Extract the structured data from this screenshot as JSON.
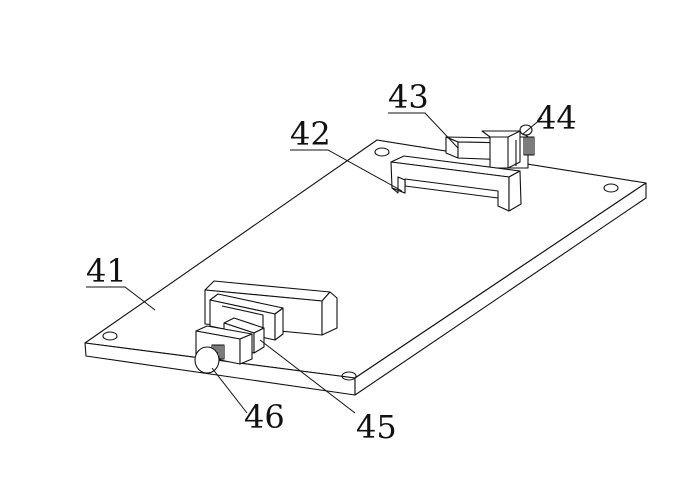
{
  "diagram": {
    "labels": {
      "plate": "41",
      "bracket": "42",
      "upper_clamp": "43",
      "upper_screw": "44",
      "lower_clamp": "45",
      "lower_screw": "46"
    }
  }
}
